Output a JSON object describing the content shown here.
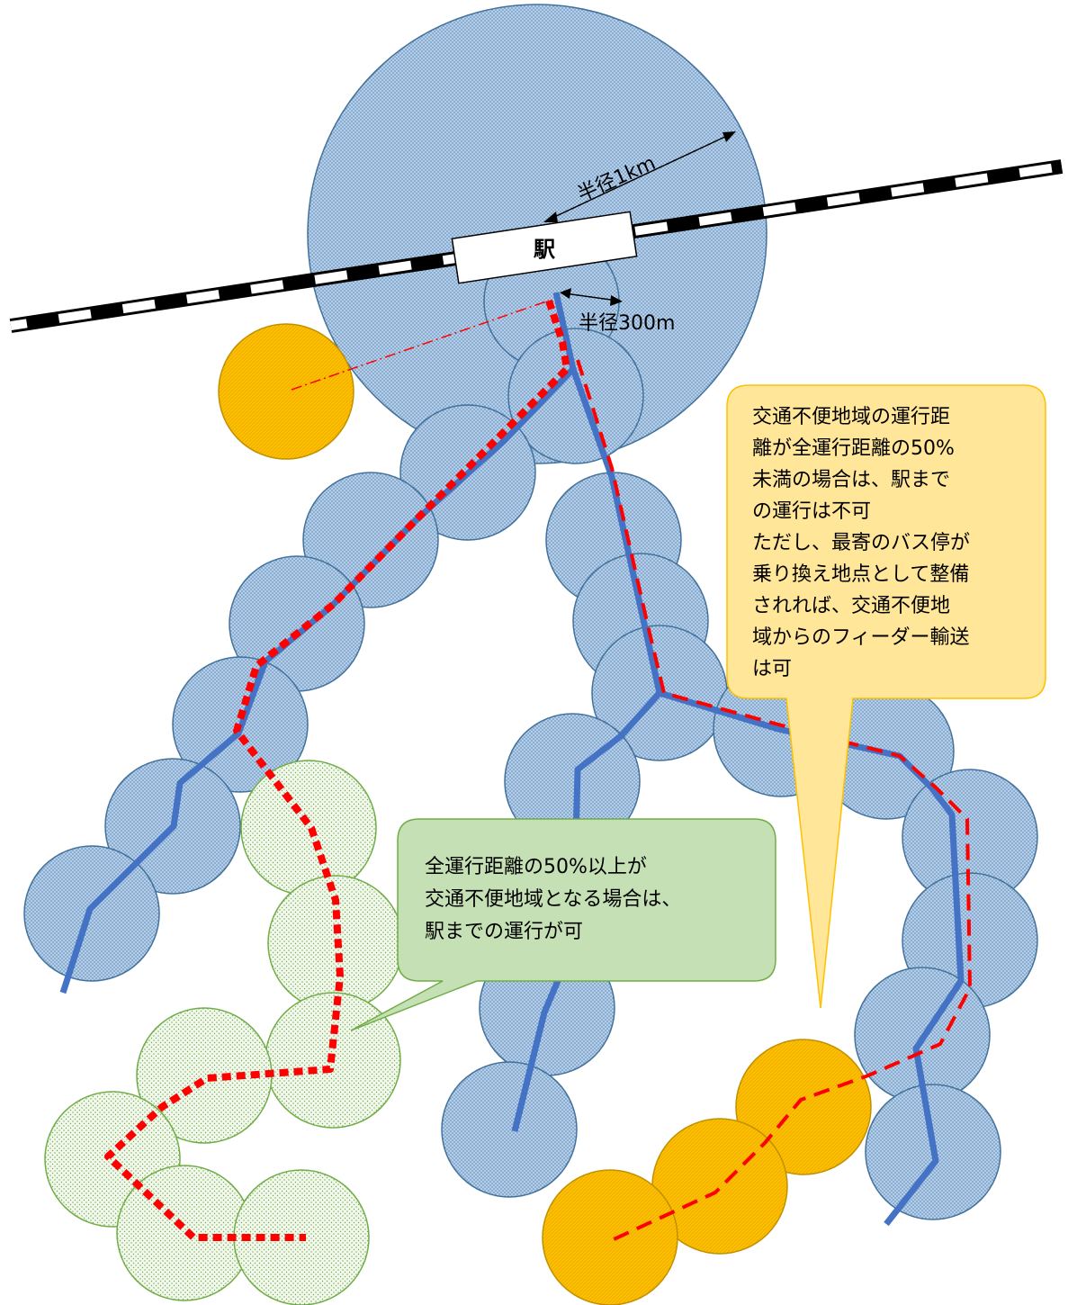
{
  "station": {
    "label": "駅"
  },
  "radius_labels": {
    "large": "半径1km",
    "small": "半径300m"
  },
  "callout_yellow": {
    "lines": [
      "交通不便地域の運行距",
      "離が全運行距離の50%",
      "未満の場合は、駅まで",
      "の運行は不可",
      "ただし、最寄のバス停が",
      "乗り換え地点として整備",
      "されれば、交通不便地",
      "域からのフィーダー輸送",
      "は可"
    ]
  },
  "callout_green": {
    "lines": [
      "全運行距離の50%以上が",
      "交通不便地域となる場合は、",
      "駅までの運行が可"
    ]
  },
  "colors": {
    "blue_fill": "#9dc3e6",
    "blue_stroke": "#41719c",
    "route_blue": "#4472c4",
    "route_red": "#ff0000",
    "green_fill": "#e2f0d9",
    "green_stroke": "#70ad47",
    "orange_fill": "#ffc000",
    "orange_stroke": "#bf9000",
    "yellow_callout": "#ffe699",
    "green_callout": "#c5e0b4"
  }
}
